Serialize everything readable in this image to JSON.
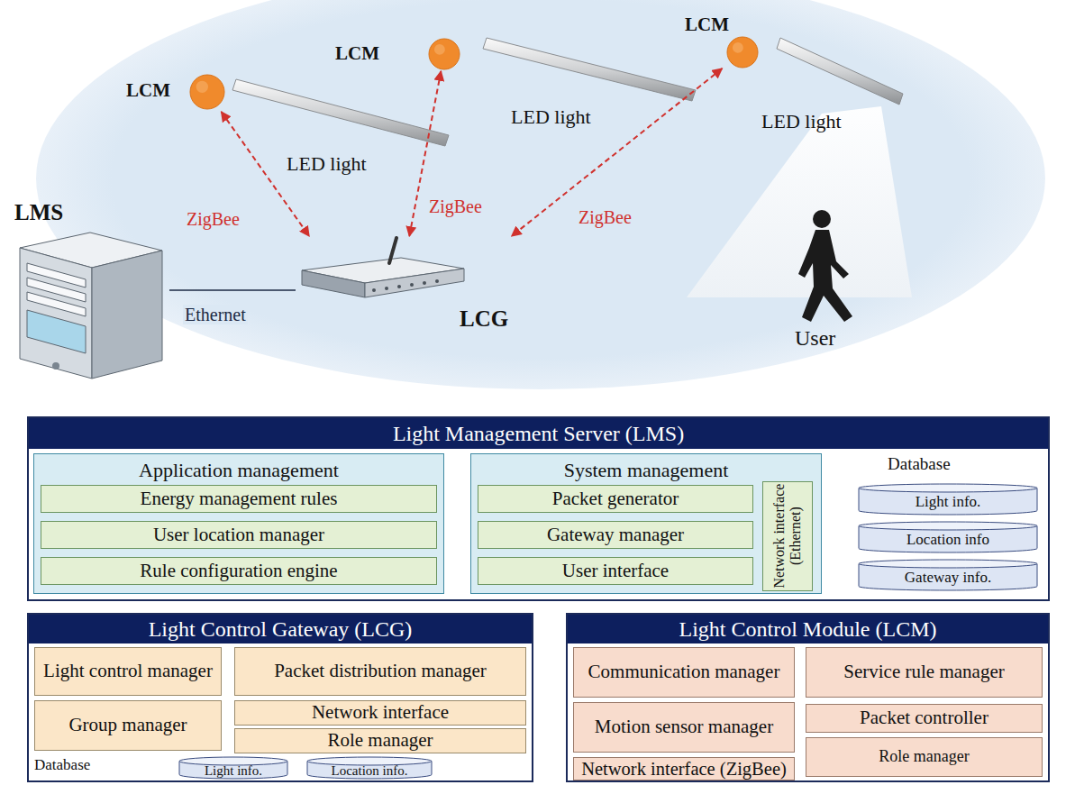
{
  "diagram": {
    "nodes": [
      {
        "text": [
          "LCM"
        ]
      },
      {
        "text": [
          "LCM"
        ]
      },
      {
        "text": [
          "LCM"
        ]
      },
      {
        "text": [
          "LMS"
        ]
      },
      {
        "text": [
          "LCG"
        ]
      },
      {
        "text": [
          "Light Management Server (LMS)"
        ]
      },
      {
        "text": [
          "Application management"
        ],
        "in": 5
      },
      {
        "text": [
          "Energy management rules"
        ],
        "in": 6
      },
      {
        "text": [
          "User location manager"
        ],
        "in": 6
      },
      {
        "text": [
          "Rule configuration engine"
        ],
        "in": 6
      },
      {
        "text": [
          "System management"
        ],
        "in": 5
      },
      {
        "text": [
          "Packet generator"
        ],
        "in": 10
      },
      {
        "text": [
          "Gateway manager"
        ],
        "in": 10
      },
      {
        "text": [
          "User interface"
        ],
        "in": 10
      },
      {
        "text": [
          "Network interface (Ethernet)"
        ],
        "in": 10
      },
      {
        "text": [
          "Light info."
        ],
        "in": 5
      },
      {
        "text": [
          "Location info"
        ],
        "in": 5
      },
      {
        "text": [
          "Gateway info."
        ],
        "in": 5
      },
      {
        "text": [
          "Light Control Gateway (LCG)"
        ]
      },
      {
        "text": [
          "Light control manager"
        ],
        "in": 18
      },
      {
        "text": [
          "Packet distribution manager"
        ],
        "in": 18
      },
      {
        "text": [
          "Group manager"
        ],
        "in": 18
      },
      {
        "text": [
          "Network interface"
        ],
        "in": 18
      },
      {
        "text": [
          "Role manager"
        ],
        "in": 18
      },
      {
        "text": [
          "Light info."
        ],
        "in": 18
      },
      {
        "text": [
          "Location info."
        ],
        "in": 18
      },
      {
        "text": [
          "Light Control Module (LCM)"
        ]
      },
      {
        "text": [
          "Communication manager"
        ],
        "in": 26
      },
      {
        "text": [
          "Service rule manager"
        ],
        "in": 26
      },
      {
        "text": [
          "Motion sensor manager"
        ],
        "in": 26
      },
      {
        "text": [
          "Packet controller"
        ],
        "in": 26
      },
      {
        "text": [
          "Role manager"
        ],
        "in": 26
      },
      {
        "text": [
          "Network interface (ZigBee)"
        ],
        "in": 26
      }
    ],
    "edges": [
      {
        "from": 0,
        "to": 4,
        "label": "ZigBee",
        "arrow": "both"
      },
      {
        "from": 1,
        "to": 4,
        "label": "ZigBee",
        "arrow": "both"
      },
      {
        "from": 2,
        "to": 4,
        "label": "ZigBee",
        "arrow": "both"
      },
      {
        "from": 3,
        "to": 4,
        "label": "Ethernet",
        "arrow": "none"
      }
    ],
    "labels": [
      "LED light",
      "LED light",
      "LED light",
      "User",
      "Database",
      "Database"
    ]
  }
}
